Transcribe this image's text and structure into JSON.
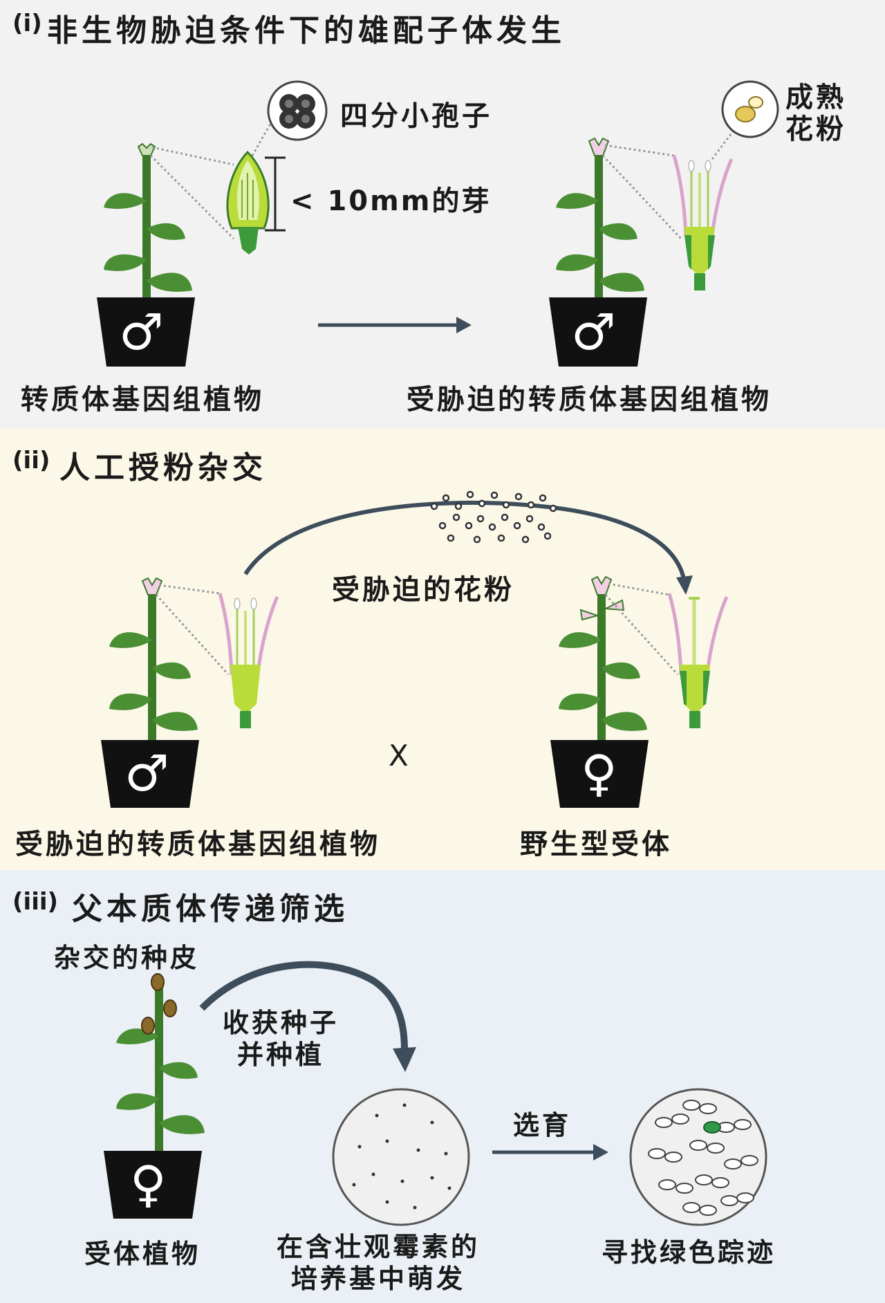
{
  "section1": {
    "roman": "(i)",
    "title": "非生物胁迫条件下的雄配子体发生",
    "tetrad_label": "四分小孢子",
    "bud_label": "< 10mm的芽",
    "mature_pollen_line1": "成熟",
    "mature_pollen_line2": "花粉",
    "left_plant_label": "转质体基因组植物",
    "right_plant_label": "受胁迫的转质体基因组植物",
    "male_symbol": "♂"
  },
  "section2": {
    "roman": "(ii)",
    "title": "人工授粉杂交",
    "pollen_label": "受胁迫的花粉",
    "cross_symbol": "X",
    "left_plant_label": "受胁迫的转质体基因组植物",
    "right_plant_label": "野生型受体",
    "male_symbol": "♂",
    "female_symbol": "♀"
  },
  "section3": {
    "roman": "(iii)",
    "title": "父本质体传递筛选",
    "seed_coat_label": "杂交的种皮",
    "harvest_line1": "收获种子",
    "harvest_line2": "并种植",
    "breeding_label": "选育",
    "recipient_label": "受体植物",
    "germinate_line1": "在含壮观霉素的",
    "germinate_line2": "培养基中萌发",
    "find_green_label": "寻找绿色踪迹",
    "female_symbol": "♀"
  },
  "colors": {
    "panel1_bg": "#f2f2f2",
    "panel2_bg": "#fbf8e7",
    "panel3_bg": "#eaf0f5",
    "stem_green": "#3c7a2a",
    "leaf_green": "#4b8f34",
    "bright_green": "#b9dc3a",
    "petal_pink": "#d9a3cc",
    "arrow_blue": "#3e4d5c",
    "pot_black": "#111111"
  }
}
